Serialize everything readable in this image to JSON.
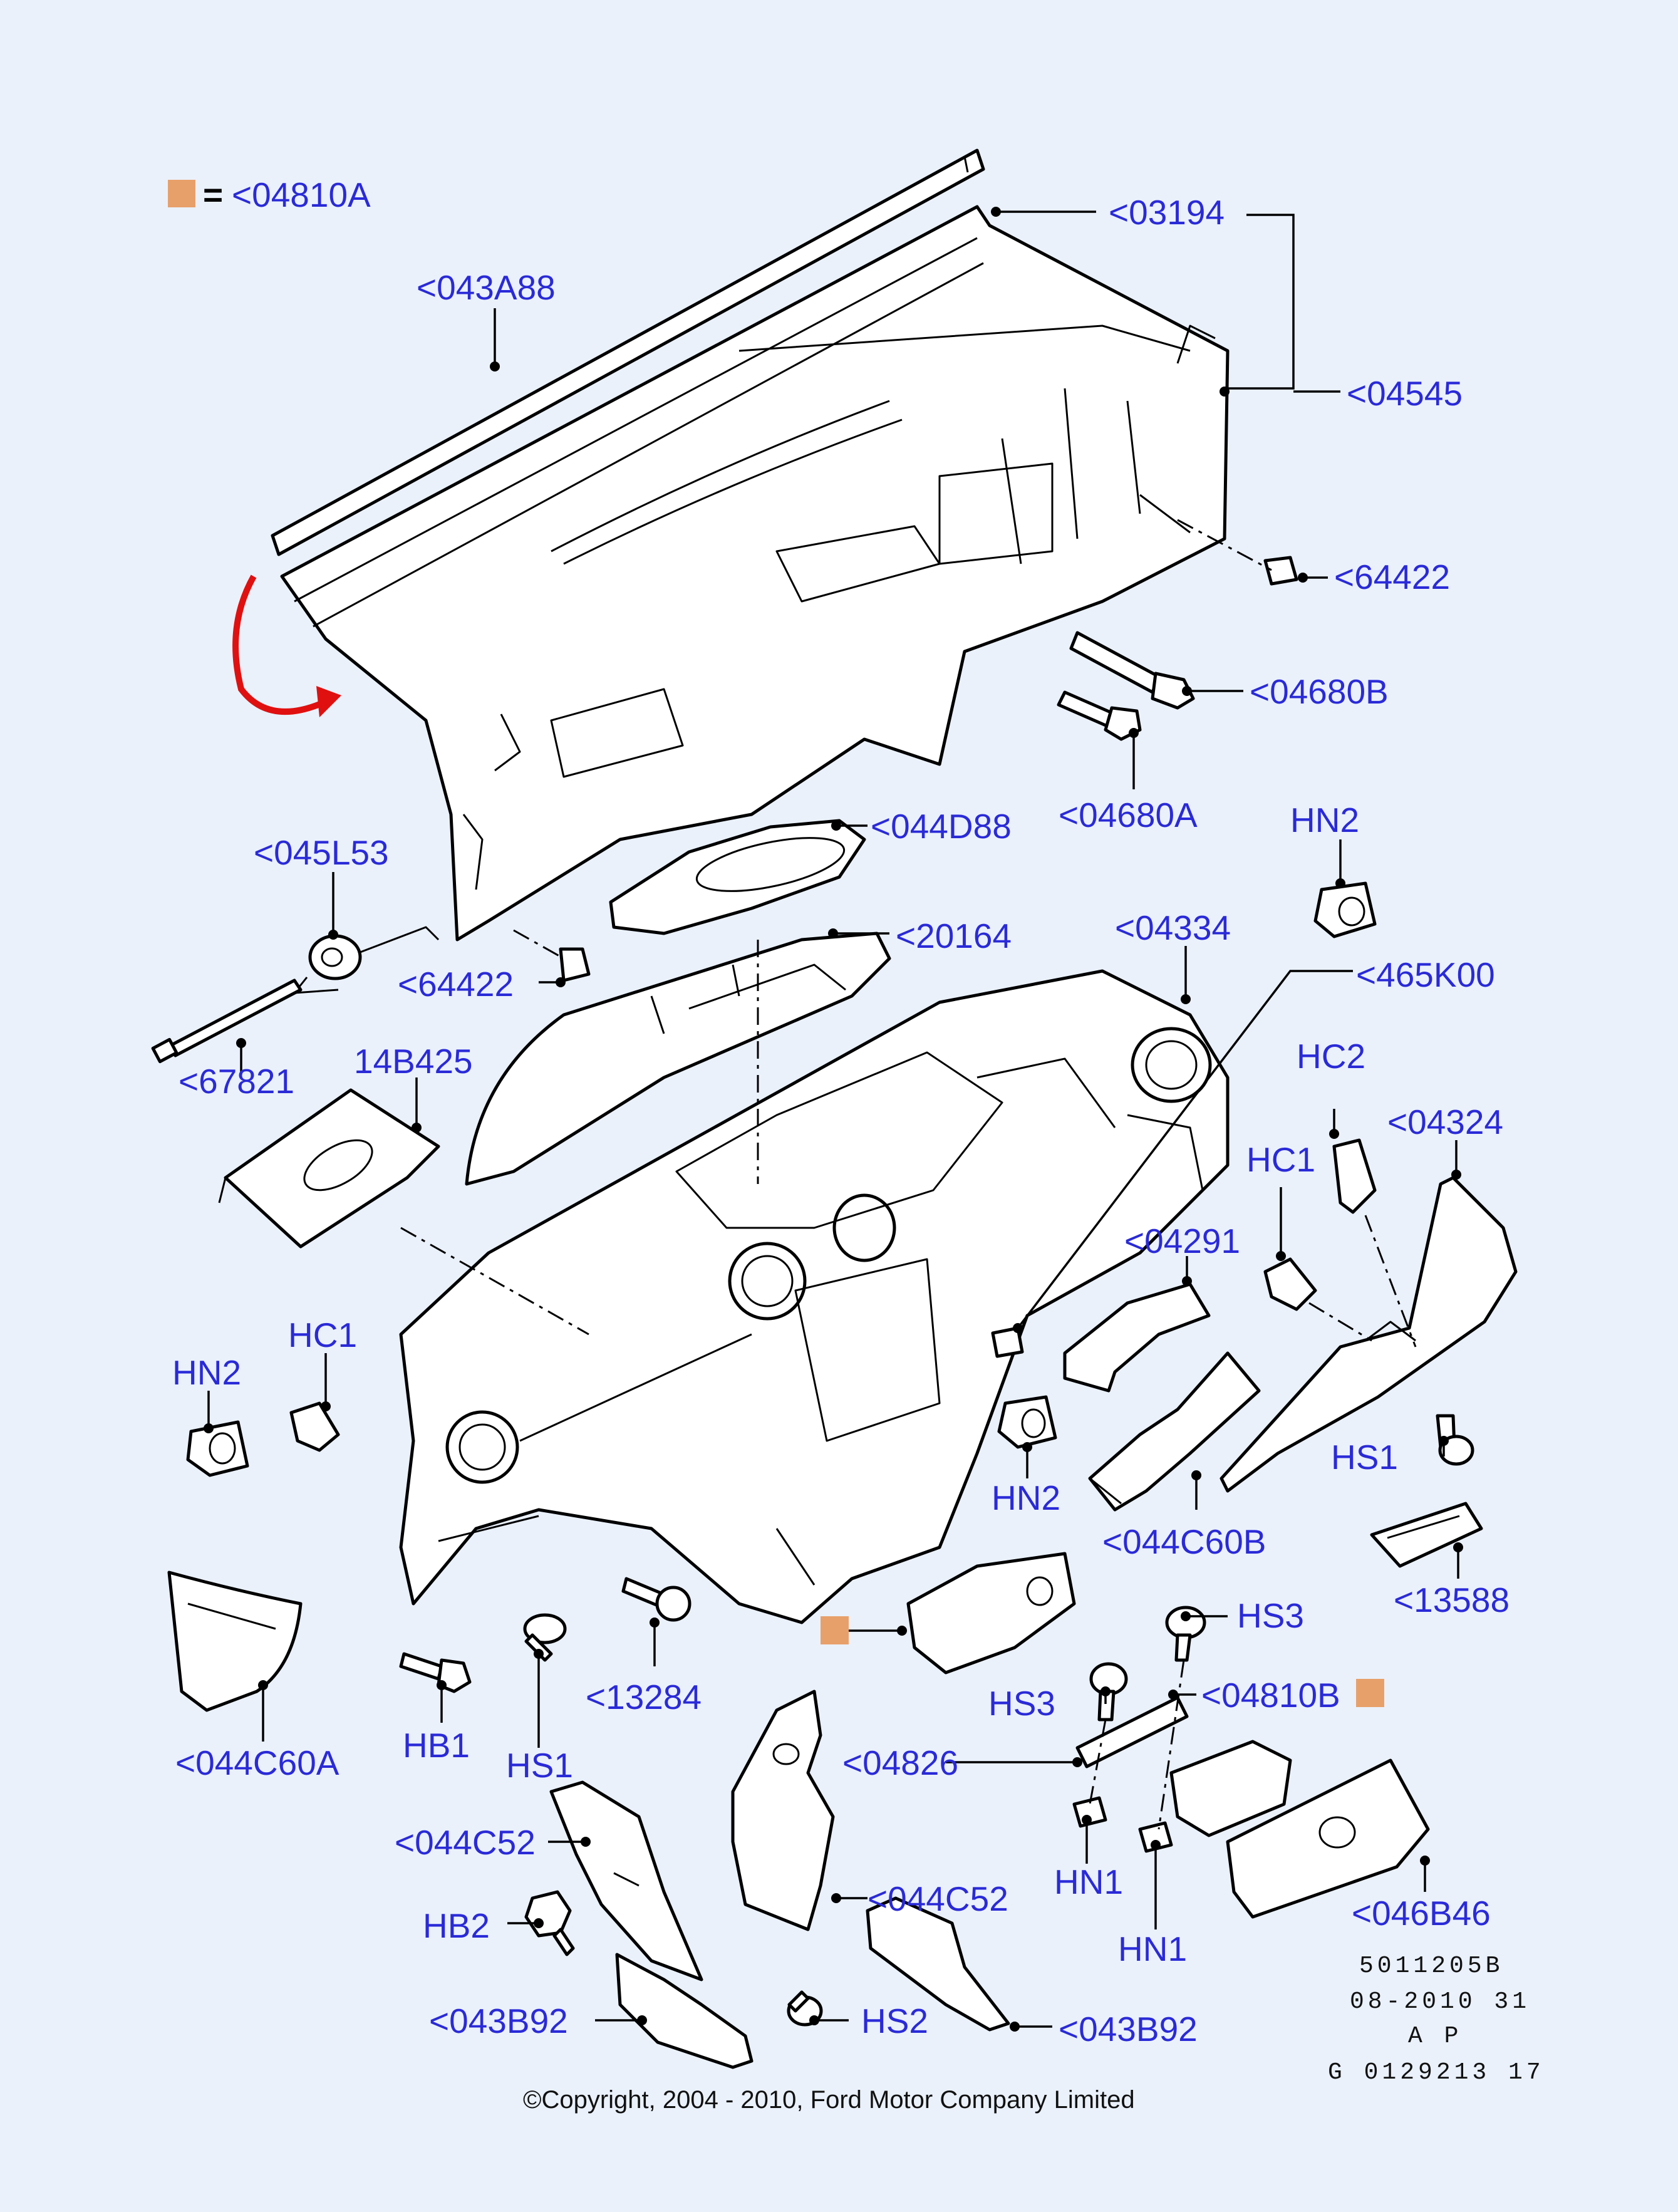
{
  "legend": {
    "swatch_color": "#e8a06a",
    "equals": "=",
    "code": "<04810A"
  },
  "callouts": {
    "c03194": "<03194",
    "c043A88": "<043A88",
    "c04545": "<04545",
    "c64422_right": "<64422",
    "c04680B": "<04680B",
    "c04680A": "<04680A",
    "cHN2_right": "HN2",
    "c044D88": "<044D88",
    "c045L53": "<045L53",
    "c20164": "<20164",
    "c04334": "<04334",
    "c64422_left": "<64422",
    "c465K00": "<465K00",
    "c67821": "<67821",
    "c14B425": "14B425",
    "cHC2": "HC2",
    "c04324": "<04324",
    "cHC1_right": "HC1",
    "c04291": "<04291",
    "cHN2_left": "HN2",
    "cHC1_left": "HC1",
    "cHN2_mid": "HN2",
    "cHS1_right": "HS1",
    "c044C60B": "<044C60B",
    "c13588": "<13588",
    "cHS3_top": "HS3",
    "c13284": "<13284",
    "cHB1": "HB1",
    "cHS1_left": "HS1",
    "c044C60A": "<044C60A",
    "cHS3_bottom": "HS3",
    "c04810B": "<04810B",
    "c04826": "<04826",
    "c044C52_left": "<044C52",
    "cHN1_left": "HN1",
    "c044C52_right": "<044C52",
    "c046B46": "<046B46",
    "cHB2": "HB2",
    "cHN1_right": "HN1",
    "cHS2": "HS2",
    "c043B92_left": "<043B92",
    "c043B92_right": "<043B92"
  },
  "reference": {
    "line1": "5011205B",
    "line2": "08-2010 31",
    "line3": "A P",
    "line4": "G 0129213 17"
  },
  "copyright": "©Copyright, 2004 - 2010, Ford Motor Company Limited",
  "colors": {
    "label_blue": "#2a2ad8",
    "arrow_red": "#e01010",
    "background": "#eaf1fb"
  }
}
